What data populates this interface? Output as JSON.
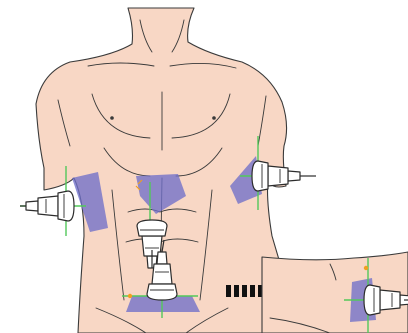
{
  "figure": {
    "views": [
      "torso",
      "inset"
    ],
    "probe_positions": [
      "right-intercostal",
      "left-intercostal",
      "subxiphoid",
      "suprapubic-transverse",
      "inset-longitudinal"
    ],
    "icons": {
      "probe": "ultrasound-probe-icon",
      "arrow": "dashed-arrow-icon"
    },
    "colors": {
      "skin": "#f8d7c5",
      "outline": "#3a3a3a",
      "beam": "#6f6fc9",
      "crosshair": "#52c85a",
      "marker": "#f0a020",
      "arrow": "#111111"
    }
  }
}
